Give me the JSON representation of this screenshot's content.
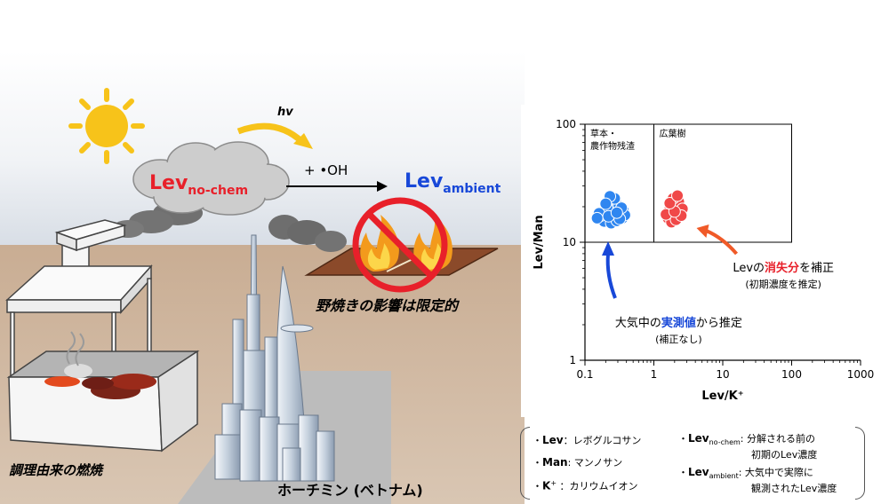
{
  "colors": {
    "sky": "#dde3ea",
    "ground": "#ccb199",
    "lev_red": "#e8202a",
    "lev_blue": "#1848d8",
    "sun": "#f7c31a",
    "burn_plot": "#8b4a2a",
    "red_points": "#f04848",
    "blue_points": "#2f86f0"
  },
  "scene": {
    "hv_label": "hv",
    "cloud_label_main": "Lev",
    "cloud_label_sub": "no-chem",
    "reaction_label": "+ •OH",
    "ambient_main": "Lev",
    "ambient_sub": "ambient",
    "field_burning_caption": "野焼きの影響は限定的",
    "cooking_caption": "調理由来の燃焼",
    "city_caption": "ホーチミン (ベトナム)"
  },
  "chart_data": {
    "type": "scatter",
    "xlabel": "Lev/K⁺",
    "ylabel": "Lev/Man",
    "xscale": "log",
    "yscale": "log",
    "xlim": [
      0.1,
      1000
    ],
    "ylim": [
      1,
      100
    ],
    "xticks": [
      "0.1",
      "1",
      "10",
      "100",
      "1000"
    ],
    "yticks": [
      "1",
      "10",
      "100"
    ],
    "regions": [
      {
        "label_line1": "草本・",
        "label_line2": "農作物残渣",
        "x_range": [
          0.1,
          1
        ],
        "y_range": [
          10,
          100
        ]
      },
      {
        "label_line1": "広葉樹",
        "label_line2": "",
        "x_range": [
          1,
          100
        ],
        "y_range": [
          10,
          100
        ]
      }
    ],
    "series": [
      {
        "color": "#2f86f0",
        "points": [
          [
            0.2,
            15.5
          ],
          [
            0.23,
            17.0
          ],
          [
            0.27,
            16.5
          ],
          [
            0.3,
            18.5
          ],
          [
            0.25,
            20.0
          ],
          [
            0.18,
            18.0
          ],
          [
            0.22,
            22.0
          ],
          [
            0.28,
            21.0
          ],
          [
            0.33,
            17.5
          ],
          [
            0.35,
            16.0
          ],
          [
            0.19,
            15.0
          ],
          [
            0.24,
            14.5
          ],
          [
            0.29,
            15.2
          ],
          [
            0.17,
            16.8
          ],
          [
            0.26,
            19.0
          ],
          [
            0.31,
            20.3
          ],
          [
            0.21,
            19.6
          ],
          [
            0.36,
            18.6
          ],
          [
            0.16,
            17.6
          ],
          [
            0.27,
            23.5
          ],
          [
            0.38,
            17.0
          ],
          [
            0.23,
            24.5
          ],
          [
            0.32,
            15.8
          ],
          [
            0.2,
            21.2
          ],
          [
            0.34,
            19.6
          ],
          [
            0.22,
            16.6
          ],
          [
            0.15,
            16.0
          ],
          [
            0.29,
            17.8
          ]
        ]
      },
      {
        "color": "#f04848",
        "points": [
          [
            1.6,
            16.0
          ],
          [
            1.9,
            17.5
          ],
          [
            2.2,
            16.2
          ],
          [
            1.7,
            19.0
          ],
          [
            2.0,
            20.5
          ],
          [
            2.4,
            18.0
          ],
          [
            1.8,
            14.8
          ],
          [
            2.3,
            22.0
          ],
          [
            2.1,
            15.5
          ],
          [
            1.5,
            17.2
          ],
          [
            2.6,
            19.2
          ],
          [
            1.9,
            23.5
          ],
          [
            2.5,
            16.8
          ],
          [
            2.0,
            18.2
          ],
          [
            1.7,
            21.4
          ],
          [
            2.2,
            24.8
          ]
        ]
      }
    ],
    "annotations": [
      {
        "color": "#e8202a",
        "pre": "Levの",
        "em": "消失分",
        "post": "を補正",
        "sub": "(初期濃度を推定)"
      },
      {
        "color": "#1848d8",
        "pre": "大気中の",
        "em": "実測値",
        "post": "から推定",
        "sub": "(補正なし)"
      }
    ]
  },
  "legend": {
    "items": [
      {
        "bullet": "・",
        "term": "Lev",
        "desc": "：レボグルコサン"
      },
      {
        "bullet": "・",
        "term": "Man",
        "desc": ": マンノサン"
      },
      {
        "bullet": "・",
        "term": "K",
        "term_sup": "+",
        "desc": "：カリウムイオン"
      },
      {
        "bullet": "・",
        "term": "Lev",
        "term_sub": "no-chem",
        "desc": ": 分解される前の",
        "desc2": "初期のLev濃度"
      },
      {
        "bullet": "・",
        "term": "Lev",
        "term_sub": "ambient",
        "desc": ": 大気中で実際に",
        "desc2": "観測されたLev濃度"
      }
    ]
  }
}
